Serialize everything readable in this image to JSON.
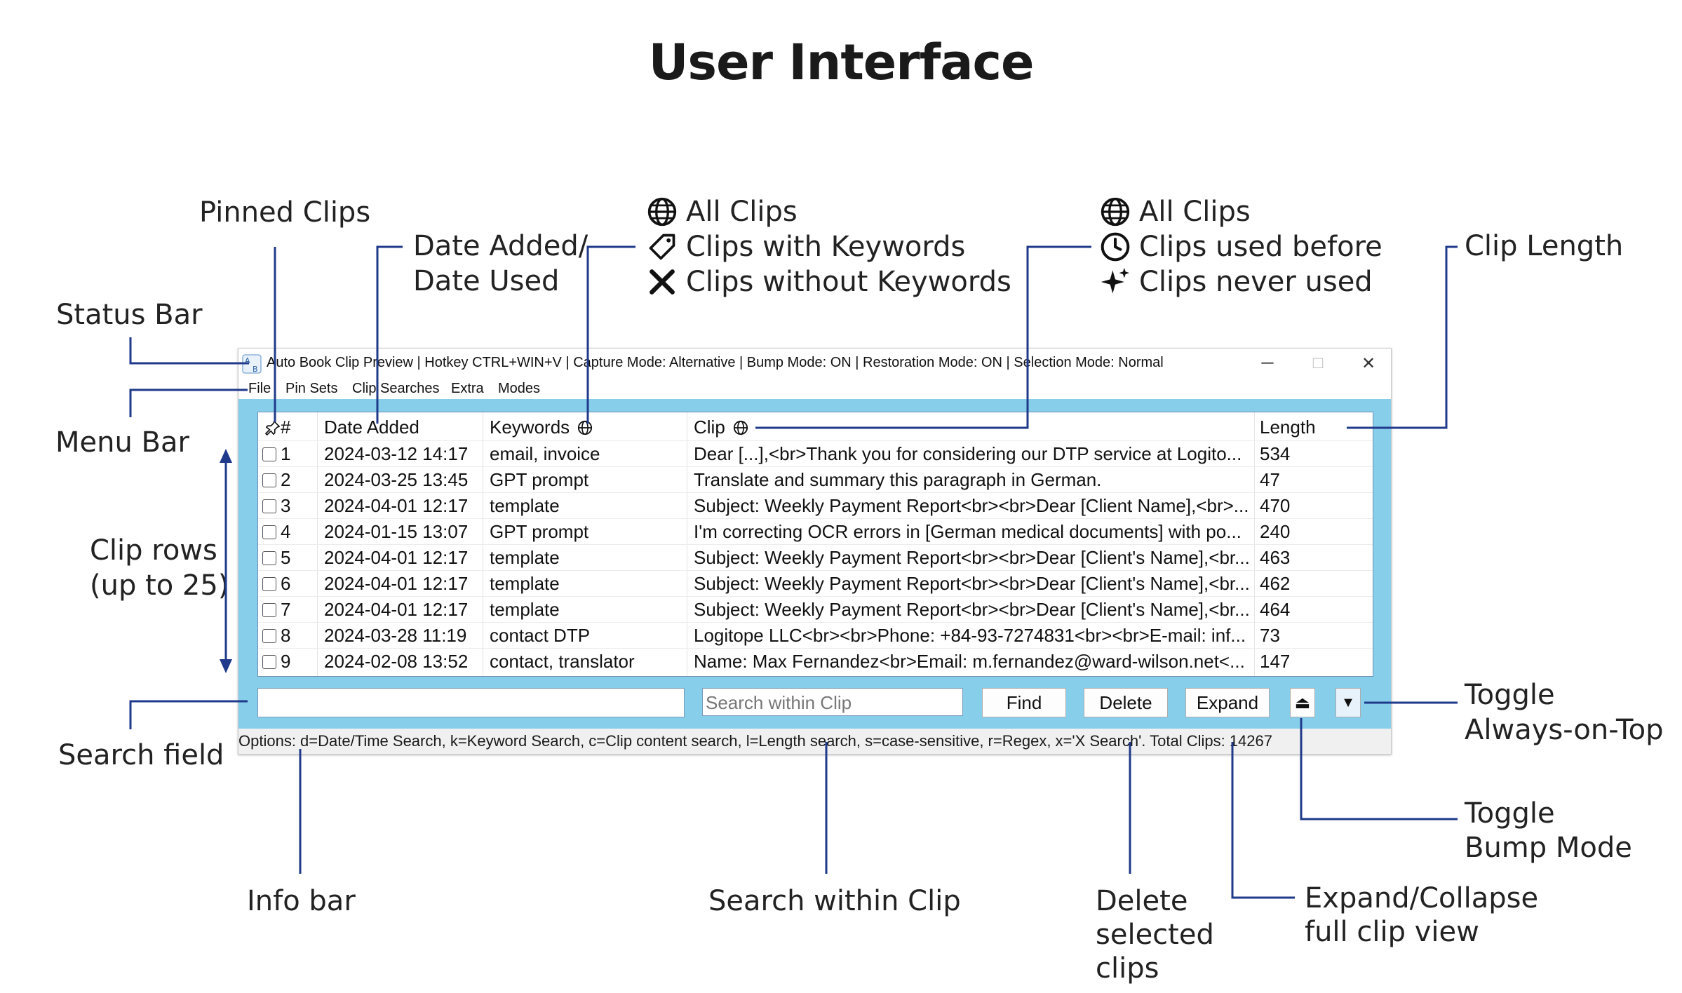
{
  "page_title": "User Interface",
  "callouts": {
    "pinned_clips": "Pinned Clips",
    "date_added_used": [
      "Date Added/",
      "Date Used"
    ],
    "status_bar": "Status Bar",
    "menu_bar": "Menu Bar",
    "clip_rows": [
      "Clip rows",
      "(up to 25)"
    ],
    "search_field": "Search field",
    "info_bar": "Info bar",
    "search_within_clip": "Search within Clip",
    "delete_selected": [
      "Delete",
      "selected",
      "clips"
    ],
    "expand_collapse": [
      "Expand/Collapse",
      "full clip view"
    ],
    "toggle_bump": [
      "Toggle",
      "Bump Mode"
    ],
    "toggle_always_on_top": [
      "Toggle",
      "Always-on-Top"
    ],
    "clip_length": "Clip Length"
  },
  "keyword_legend": [
    {
      "icon": "globe-icon",
      "label": "All Clips"
    },
    {
      "icon": "tag-icon",
      "label": "Clips with Keywords"
    },
    {
      "icon": "x-icon",
      "label": "Clips without Keywords"
    }
  ],
  "usage_legend": [
    {
      "icon": "globe-icon",
      "label": "All Clips"
    },
    {
      "icon": "clock-icon",
      "label": "Clips used before"
    },
    {
      "icon": "sparkle-icon",
      "label": "Clips never used"
    }
  ],
  "window": {
    "title": "Auto Book Clip Preview | Hotkey CTRL+WIN+V | Capture Mode: Alternative | Bump Mode: ON | Restoration Mode: ON | Selection Mode: Normal",
    "controls": {
      "minimize": "─",
      "maximize": "□",
      "close": "✕"
    },
    "menu": [
      "File",
      "Pin Sets",
      "Clip Searches",
      "Extra",
      "Modes"
    ],
    "columns": {
      "num": "#",
      "date": "Date Added",
      "keywords": "Keywords",
      "clip": "Clip",
      "length": "Length"
    },
    "rows": [
      {
        "num": "1",
        "date": "2024-03-12 14:17",
        "keywords": "email, invoice",
        "clip": "Dear [...],<br>Thank you for considering our DTP service at Logito...",
        "length": "534"
      },
      {
        "num": "2",
        "date": "2024-03-25 13:45",
        "keywords": "GPT prompt",
        "clip": "Translate and summary this paragraph in German.",
        "length": "47"
      },
      {
        "num": "3",
        "date": "2024-04-01 12:17",
        "keywords": "template",
        "clip": "Subject: Weekly Payment Report<br><br>Dear [Client Name],<br>...",
        "length": "470"
      },
      {
        "num": "4",
        "date": "2024-01-15 13:07",
        "keywords": "GPT prompt",
        "clip": "I'm correcting OCR errors in [German medical documents] with po...",
        "length": "240"
      },
      {
        "num": "5",
        "date": "2024-04-01 12:17",
        "keywords": "template",
        "clip": "Subject: Weekly Payment Report<br><br>Dear [Client's Name],<br...",
        "length": "463"
      },
      {
        "num": "6",
        "date": "2024-04-01 12:17",
        "keywords": "template",
        "clip": "Subject: Weekly Payment Report<br><br>Dear [Client's Name],<br...",
        "length": "462"
      },
      {
        "num": "7",
        "date": "2024-04-01 12:17",
        "keywords": "template",
        "clip": "Subject: Weekly Payment Report<br><br>Dear [Client's Name],<br...",
        "length": "464"
      },
      {
        "num": "8",
        "date": "2024-03-28 11:19",
        "keywords": "contact DTP",
        "clip": "Logitope LLC<br><br>Phone: +84-93-7274831<br><br>E-mail: inf...",
        "length": "73"
      },
      {
        "num": "9",
        "date": "2024-02-08 13:52",
        "keywords": "contact, translator",
        "clip": "Name: Max Fernandez<br>Email: m.fernandez@ward-wilson.net<...",
        "length": "147"
      }
    ],
    "search": {
      "value": "",
      "clip_placeholder": "Search within Clip"
    },
    "buttons": {
      "find": "Find",
      "delete": "Delete",
      "expand": "Expand"
    },
    "bump_toggle_glyph": "⏏",
    "always_on_top_glyph": "▼",
    "info_text": "Options: d=Date/Time Search, k=Keyword Search, c=Clip content search, l=Length search, s=case-sensitive, r=Regex, x='X Search'. Total Clips: 14267"
  },
  "colors": {
    "window_bg": "#87ceeb",
    "connector": "#1f3a8a",
    "text": "#222222"
  }
}
